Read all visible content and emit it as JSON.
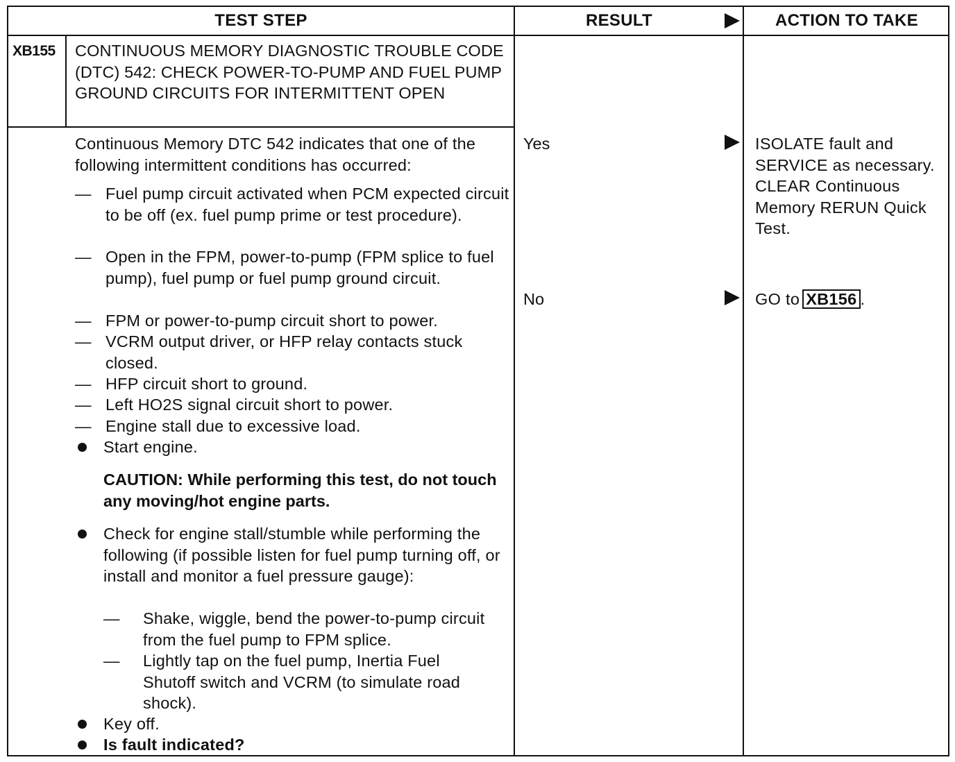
{
  "headers": {
    "test_step": "TEST STEP",
    "result": "RESULT",
    "action": "ACTION TO TAKE"
  },
  "step": {
    "id": "XB155",
    "title": "CONTINUOUS MEMORY DIAGNOSTIC TROUBLE CODE (DTC) 542: CHECK POWER-TO-PUMP AND FUEL PUMP GROUND CIRCUITS FOR INTERMITTENT OPEN",
    "intro": "Continuous Memory DTC 542 indicates that one of the following intermittent conditions has occurred:",
    "dash_symbol": "—",
    "conditions": [
      "Fuel pump circuit activated when PCM expected circuit to be off (ex. fuel pump prime or test procedure).",
      "Open in the FPM, power-to-pump (FPM splice to fuel pump), fuel pump or fuel pump ground circuit.",
      "FPM or power-to-pump circuit short to power.",
      "VCRM output driver, or HFP relay contacts stuck closed.",
      "HFP circuit short to ground.",
      "Left HO2S signal circuit short to power.",
      "Engine stall due to excessive load."
    ],
    "bullet_start": "Start engine.",
    "caution": "CAUTION: While performing this test, do not touch any moving/hot engine parts.",
    "bullet_check": "Check for engine stall/stumble while performing the following (if possible listen for fuel pump turning off, or install and monitor a fuel pressure gauge):",
    "sub_conditions": [
      "Shake, wiggle, bend the power-to-pump circuit from the fuel pump to FPM splice.",
      "Lightly tap on the fuel pump, Inertia Fuel Shutoff switch and VCRM (to simulate road shock)."
    ],
    "bullet_keyoff": "Key off.",
    "bullet_question": "Is fault indicated?"
  },
  "results": {
    "yes": "Yes",
    "no": "No"
  },
  "actions": {
    "yes": "ISOLATE fault and SERVICE as necessary. CLEAR Continuous Memory RERUN Quick Test.",
    "no_prefix": "GO to",
    "no_target": "XB156",
    "no_suffix": "."
  }
}
